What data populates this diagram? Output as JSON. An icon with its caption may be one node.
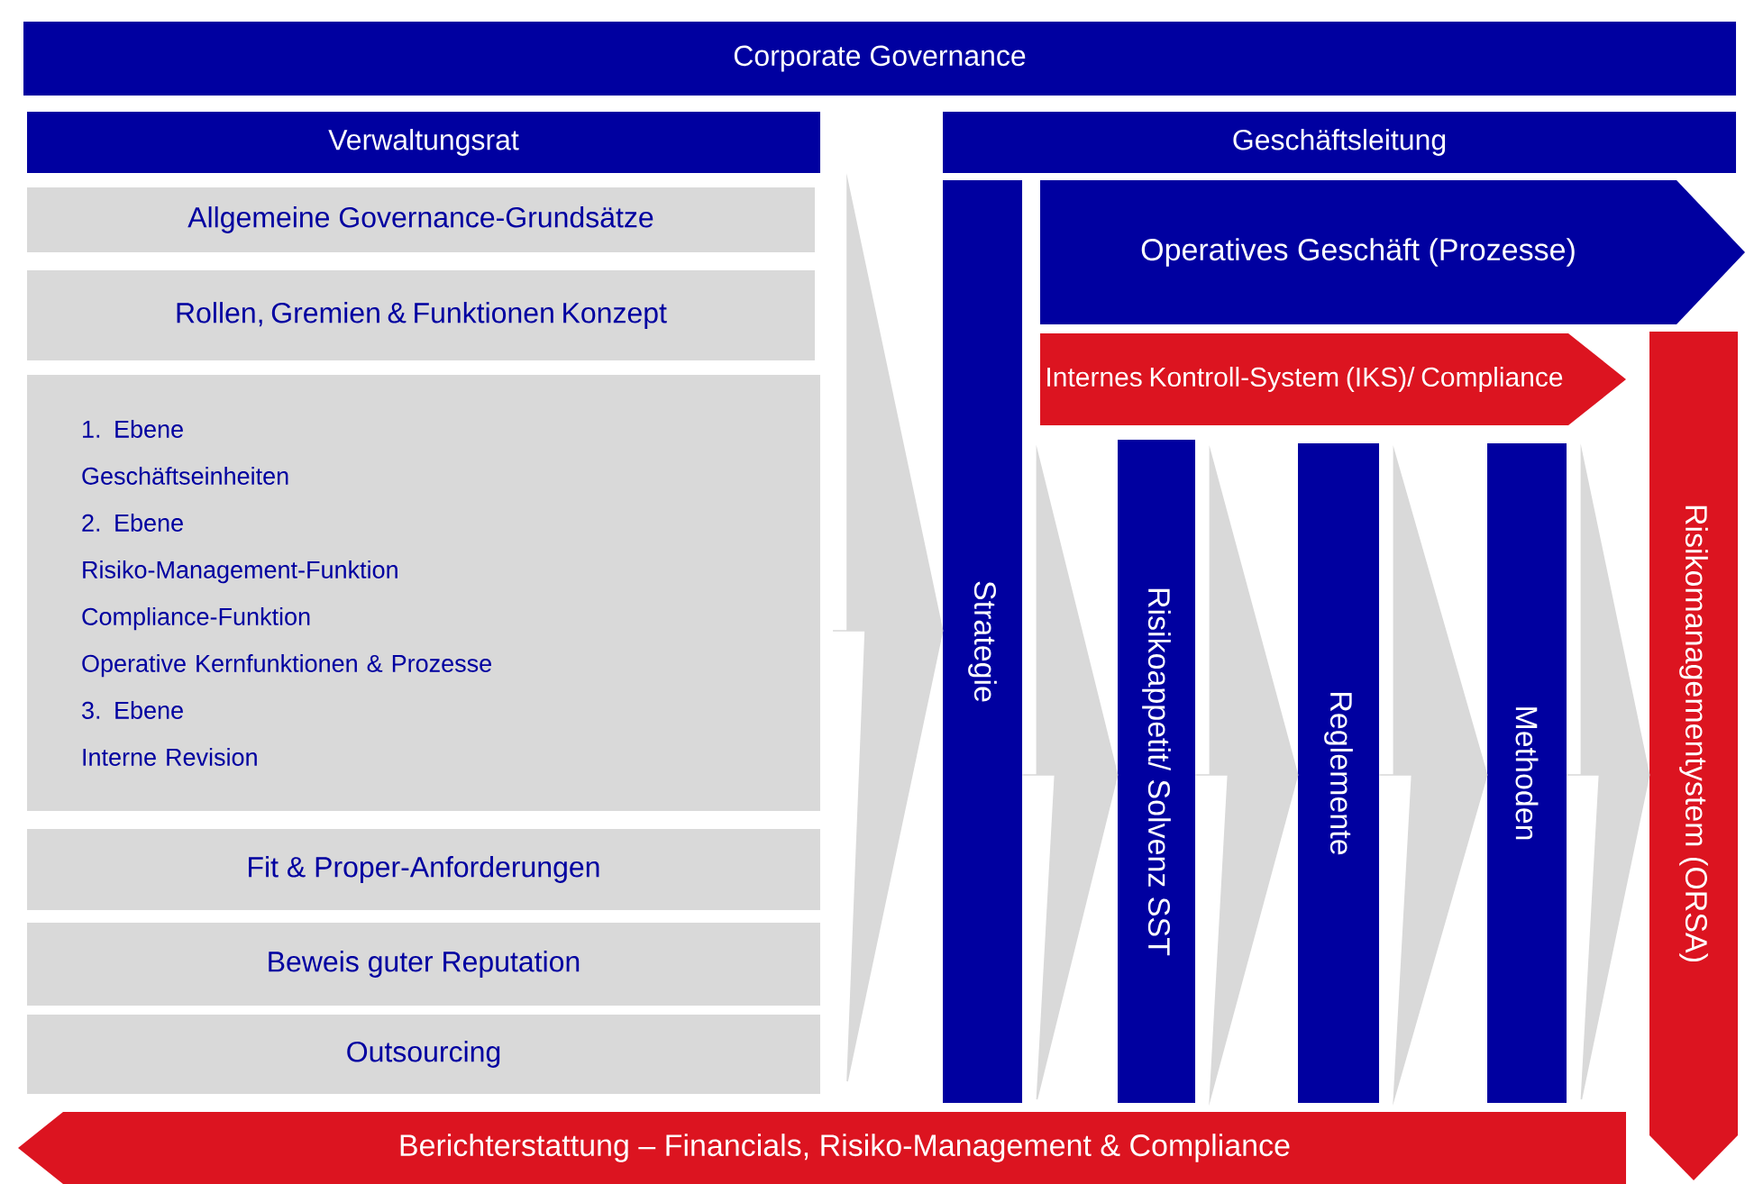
{
  "diagram": {
    "nodes": [
      {
        "text": [
          "Corporate Governance"
        ]
      },
      {
        "text": [
          "Verwaltungsrat"
        ]
      },
      {
        "text": [
          "Geschäftsleitung"
        ]
      },
      {
        "text": [
          "Allgemeine Governance-Grundsätze"
        ]
      },
      {
        "text": [
          "Rollen, Gremien & Funktionen  Konzept"
        ]
      },
      {
        "text": [
          "1. Ebene",
          "Geschäftseinheiten",
          "2. Ebene",
          "Risiko-Management-Funktion",
          "Compliance-Funktion",
          "Operative Kernfunktionen  & Prozesse",
          "3. Ebene",
          "Interne Revision"
        ]
      },
      {
        "text": [
          "Fit & Proper-Anforderungen"
        ]
      },
      {
        "text": [
          "Beweis guter Reputation"
        ]
      },
      {
        "text": [
          "Outsourcing"
        ]
      },
      {
        "text": [
          "Strategie"
        ]
      },
      {
        "text": [
          "Operatives Geschäft (Prozesse)"
        ]
      },
      {
        "text": [
          "Internes Kontroll-System  (IKS)/ Compliance"
        ]
      },
      {
        "text": [
          "Risikomanagementystem (ORSA)"
        ]
      },
      {
        "text": [
          "Risikoappetit/  Solvenz SST"
        ]
      },
      {
        "text": [
          "Reglemente"
        ]
      },
      {
        "text": [
          "Methoden"
        ]
      },
      {
        "text": [
          "Berichterstattung – Financials, Risiko-Management & Compliance"
        ]
      }
    ],
    "edges": [
      {
        "from": null,
        "to": 9,
        "arrow": "to"
      },
      {
        "from": 9,
        "to": 13,
        "arrow": "to"
      },
      {
        "from": 13,
        "to": 14,
        "arrow": "to"
      },
      {
        "from": 14,
        "to": 15,
        "arrow": "to"
      },
      {
        "from": 15,
        "to": 12,
        "arrow": "to"
      }
    ]
  }
}
